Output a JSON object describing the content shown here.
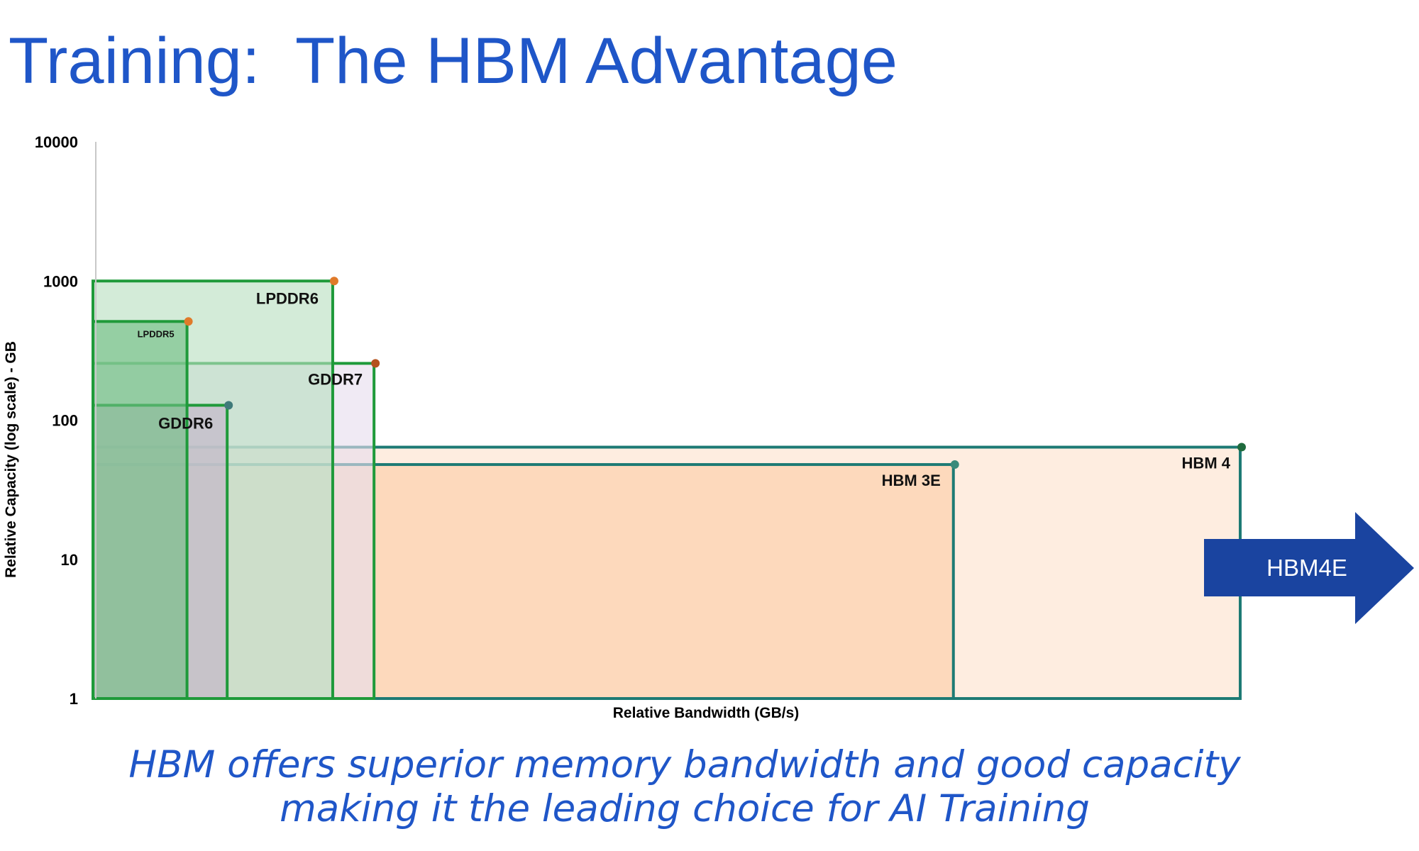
{
  "slide": {
    "title": "Training:  The HBM Advantage",
    "caption_line1": "HBM offers superior memory bandwidth and good capacity",
    "caption_line2": "making it the leading choice for AI Training"
  },
  "chart_data": {
    "type": "area",
    "title": "",
    "xlabel": "Relative Bandwidth (GB/s)",
    "ylabel": "Relative Capacity (log scale) - GB",
    "yscale": "log",
    "ylim": [
      1,
      10000
    ],
    "yticks": [
      "1",
      "10",
      "100",
      "1000",
      "10000"
    ],
    "xlim": [
      0,
      1
    ],
    "x_scale_note": "relative",
    "grid": false,
    "legend": "none",
    "series": [
      {
        "name": "HBM 4",
        "bandwidth": 1.0,
        "capacity": 64,
        "fill": "#fde2cd",
        "edge": "#1d7a74",
        "dot": "#1f6b3d"
      },
      {
        "name": "HBM 3E",
        "bandwidth": 0.75,
        "capacity": 48,
        "fill": "#fccda6",
        "edge": "#1d7a74",
        "dot": "#3a8a7a"
      },
      {
        "name": "GDDR7",
        "bandwidth": 0.245,
        "capacity": 256,
        "fill": "#e6ddee",
        "edge": "#1f9a3a",
        "dot": "#b5521c"
      },
      {
        "name": "LPDDR6",
        "bandwidth": 0.209,
        "capacity": 1000,
        "fill": "#b8dfc0",
        "edge": "#1f9a3a",
        "dot": "#e07a2a"
      },
      {
        "name": "GDDR6",
        "bandwidth": 0.117,
        "capacity": 128,
        "fill": "#c3b3c8",
        "edge": "#1f9a3a",
        "dot": "#3f7a7a"
      },
      {
        "name": "LPDDR5",
        "bandwidth": 0.082,
        "capacity": 512,
        "fill": "#6fbf82",
        "edge": "#1f9a3a",
        "dot": "#e07a2a"
      }
    ],
    "annotation_arrow": {
      "label": "HBM4E",
      "color": "#1a44a0"
    }
  }
}
